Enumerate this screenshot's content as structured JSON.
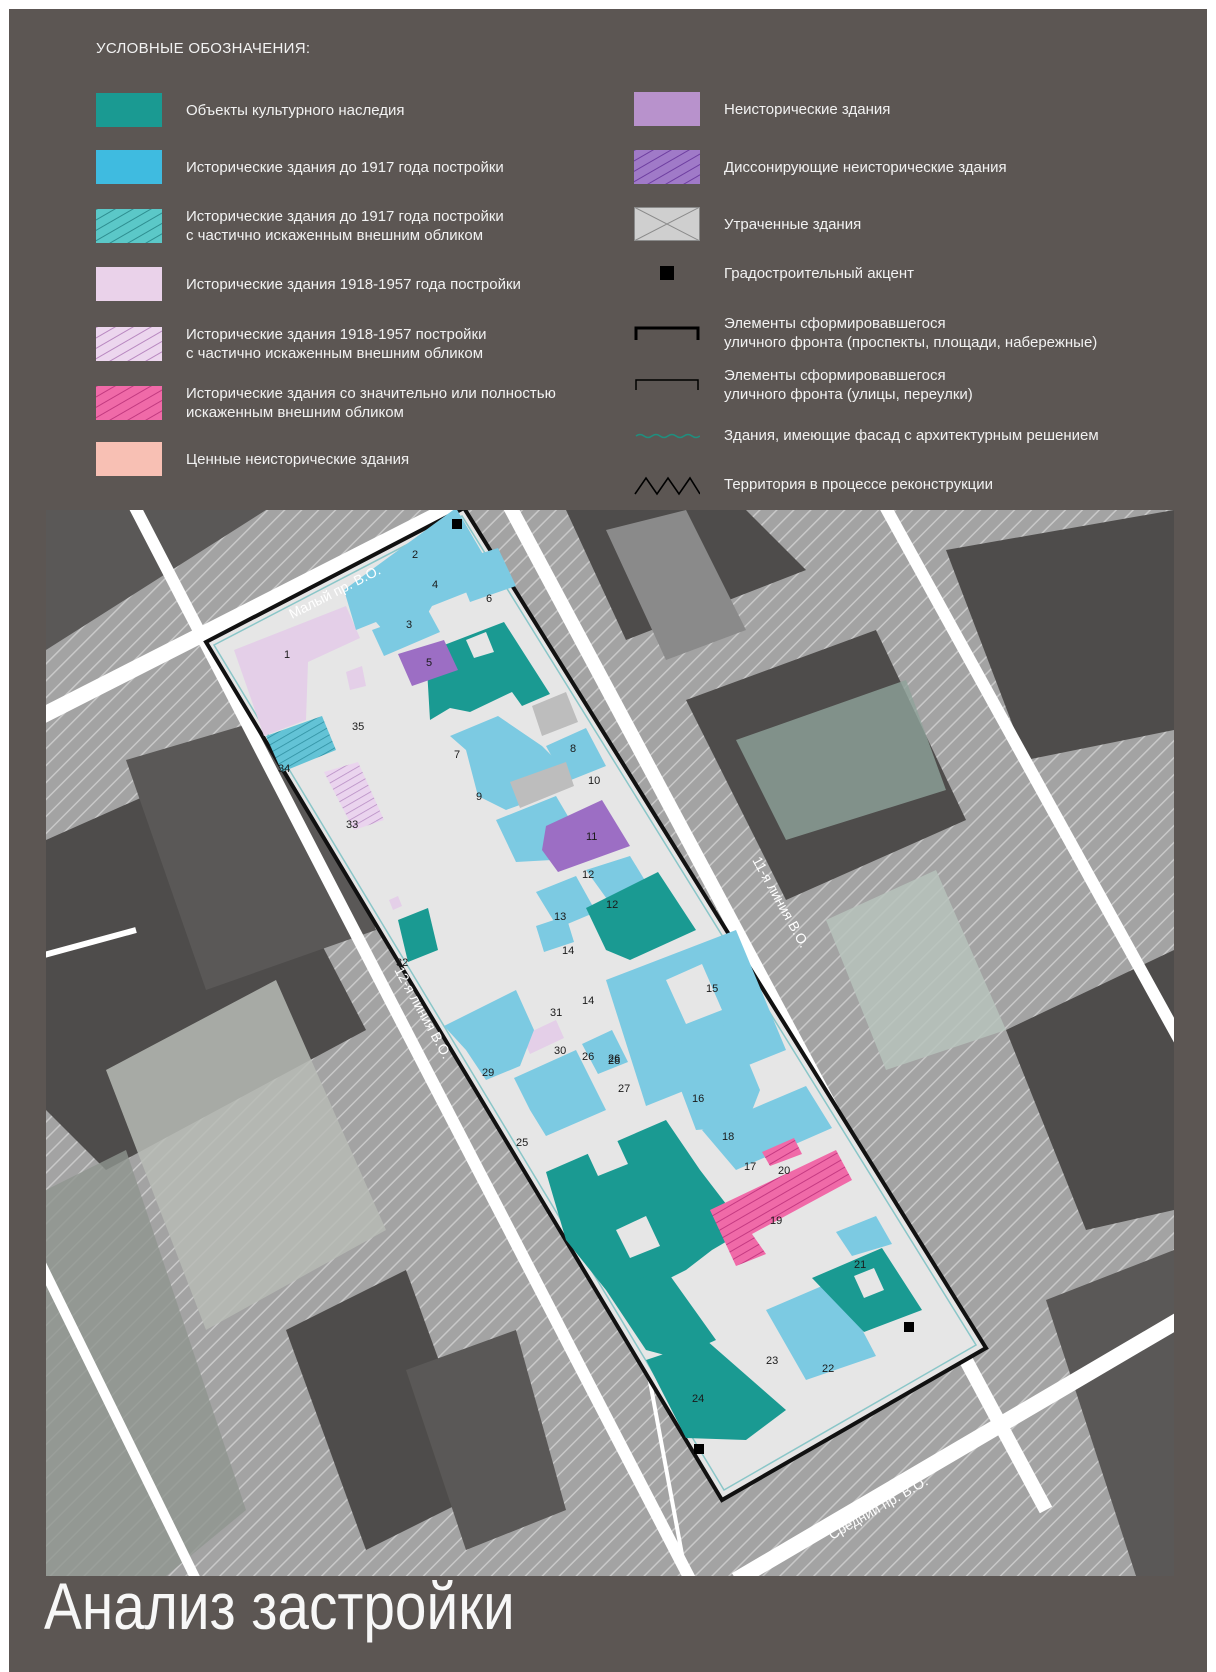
{
  "legend": {
    "title": "УСЛОВНЫЕ ОБОЗНАЧЕНИЯ:",
    "left_items": [
      {
        "label": "Объекты культурного наследия",
        "color": "#1a9a92",
        "pattern": "solid"
      },
      {
        "label": "Исторические здания до 1917 года постройки",
        "color": "#3fbbe0",
        "pattern": "solid"
      },
      {
        "label": "Исторические здания до 1917 года постройки\nс частично искаженным внешним обликом",
        "color": "#5bc8c8",
        "pattern": "hatch"
      },
      {
        "label": "Исторические здания 1918-1957 года постройки",
        "color": "#ead2ea",
        "pattern": "solid"
      },
      {
        "label": "Исторические здания 1918-1957 постройки\nс частично искаженным внешним обликом",
        "color": "#e6c8ea",
        "pattern": "hatch"
      },
      {
        "label": "Исторические здания со значительно или полностью\nискаженным внешним обликом",
        "color": "#f06aa8",
        "pattern": "hatch"
      },
      {
        "label": "Ценные неисторические здания",
        "color": "#f8c0b4",
        "pattern": "solid"
      }
    ],
    "right_items": [
      {
        "label": "Неисторические здания",
        "color": "#b892cc",
        "pattern": "solid"
      },
      {
        "label": "Диссонирующие неисторические здания",
        "color": "#9a68c0",
        "pattern": "hatch"
      },
      {
        "label": "Утраченные здания",
        "color": "#c8c8c8",
        "pattern": "cross"
      },
      {
        "label": "Градостроительный акцент",
        "color": "#000000",
        "pattern": "square"
      },
      {
        "label": "Элементы сформировавшегося\nуличного фронта (проспекты, площади, набережные)",
        "color": "#000000",
        "pattern": "thick-line"
      },
      {
        "label": "Элементы сформировавшегося\nуличного фронта (улицы, переулки)",
        "color": "#000000",
        "pattern": "thin-line"
      },
      {
        "label": "Здания, имеющие фасад с архитектурным решением",
        "color": "#1f8f7f",
        "pattern": "wave"
      },
      {
        "label": "Территория в процессе реконструкции",
        "color": "#000000",
        "pattern": "zigzag"
      }
    ]
  },
  "map": {
    "streets": [
      {
        "id": "maly",
        "label": "Малый пр. В.О."
      },
      {
        "id": "line11",
        "label": "11-я линия В.О."
      },
      {
        "id": "line12",
        "label": "12-я линия В.О."
      },
      {
        "id": "sredny",
        "label": "Средний пр. В.О."
      }
    ],
    "building_numbers": [
      "1",
      "2",
      "3",
      "4",
      "5",
      "6",
      "7",
      "8",
      "9",
      "10",
      "11",
      "12",
      "12",
      "13",
      "14",
      "14",
      "15",
      "16",
      "17",
      "18",
      "19",
      "20",
      "21",
      "22",
      "23",
      "24",
      "25",
      "26",
      "26",
      "27",
      "28",
      "29",
      "30",
      "31",
      "32",
      "33",
      "34",
      "35"
    ]
  },
  "page_title": "Анализ застройки",
  "colors": {
    "panel": "#5c5653",
    "heritage": "#1a9a92",
    "historic": "#7cc8e0",
    "soviet": "#e6d2ea",
    "nonhistoric": "#9c6ec4",
    "distorted": "#f06aa8",
    "block_fill": "#e6e6e6",
    "surround": "#9b9b9b",
    "courtyard": "#4e4c4b"
  }
}
